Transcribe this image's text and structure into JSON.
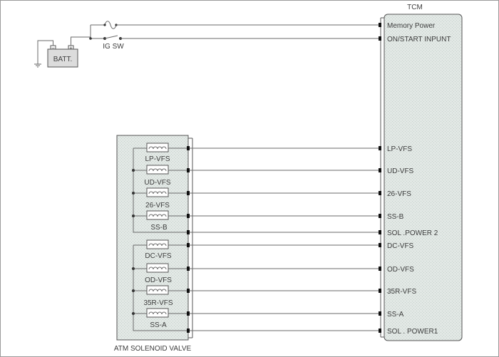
{
  "colors": {
    "wire": "#6a6a6a",
    "module_fill": "#e2e8e5",
    "module_dots": "#c5d0cb",
    "battery_fill": "#dcdcdc",
    "text": "#3c3c3c",
    "terminal": "#111111"
  },
  "tcm": {
    "title": "TCM",
    "pins": [
      {
        "label": "Memory Power"
      },
      {
        "label": "ON/START  INPUNT"
      },
      {
        "label": "LP-VFS"
      },
      {
        "label": "UD-VFS"
      },
      {
        "label": "26-VFS"
      },
      {
        "label": "SS-B"
      },
      {
        "label": "SOL .POWER 2"
      },
      {
        "label": "DC-VFS"
      },
      {
        "label": "OD-VFS"
      },
      {
        "label": "35R-VFS"
      },
      {
        "label": "SS-A"
      },
      {
        "label": "SOL . POWER1"
      }
    ]
  },
  "battery": {
    "label": "BATT."
  },
  "ignition_switch": {
    "label": "IG SW"
  },
  "valve_body": {
    "title": "ATM SOLENOID VALVE",
    "solenoids": [
      {
        "label": "LP-VFS"
      },
      {
        "label": "UD-VFS"
      },
      {
        "label": "26-VFS"
      },
      {
        "label": "SS-B"
      },
      {
        "label": "DC-VFS"
      },
      {
        "label": "OD-VFS"
      },
      {
        "label": "35R-VFS"
      },
      {
        "label": "SS-A"
      }
    ]
  }
}
